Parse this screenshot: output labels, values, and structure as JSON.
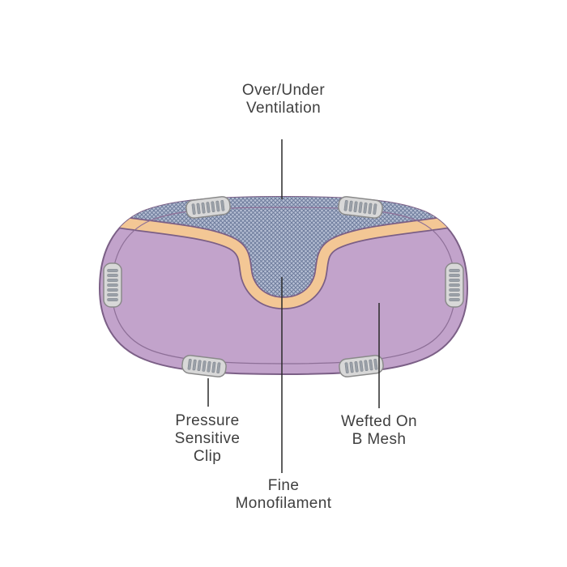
{
  "diagram": {
    "subject": "hairpiece-cap-construction",
    "labels": {
      "ventilation": "Over/Under\nVentilation",
      "pressure_clip": "Pressure\nSensitive\nClip",
      "fine_monofilament": "Fine\nMonofilament",
      "wefted": "Wefted On\nB Mesh"
    },
    "colors": {
      "base_body": "#c2a3cb",
      "body_outline": "#7b5f86",
      "inner_trace": "#8d6f97",
      "band": "#f3c795",
      "mesh_fill": "#b6bfd4",
      "mesh_hatch": "#6e7c9c",
      "clip_body": "#d8d8d8",
      "clip_edge": "#8a8a8a",
      "clip_teeth": "#9aa0a8",
      "pointer_line": "#2a2a2a",
      "text": "#3f3f3f"
    }
  }
}
